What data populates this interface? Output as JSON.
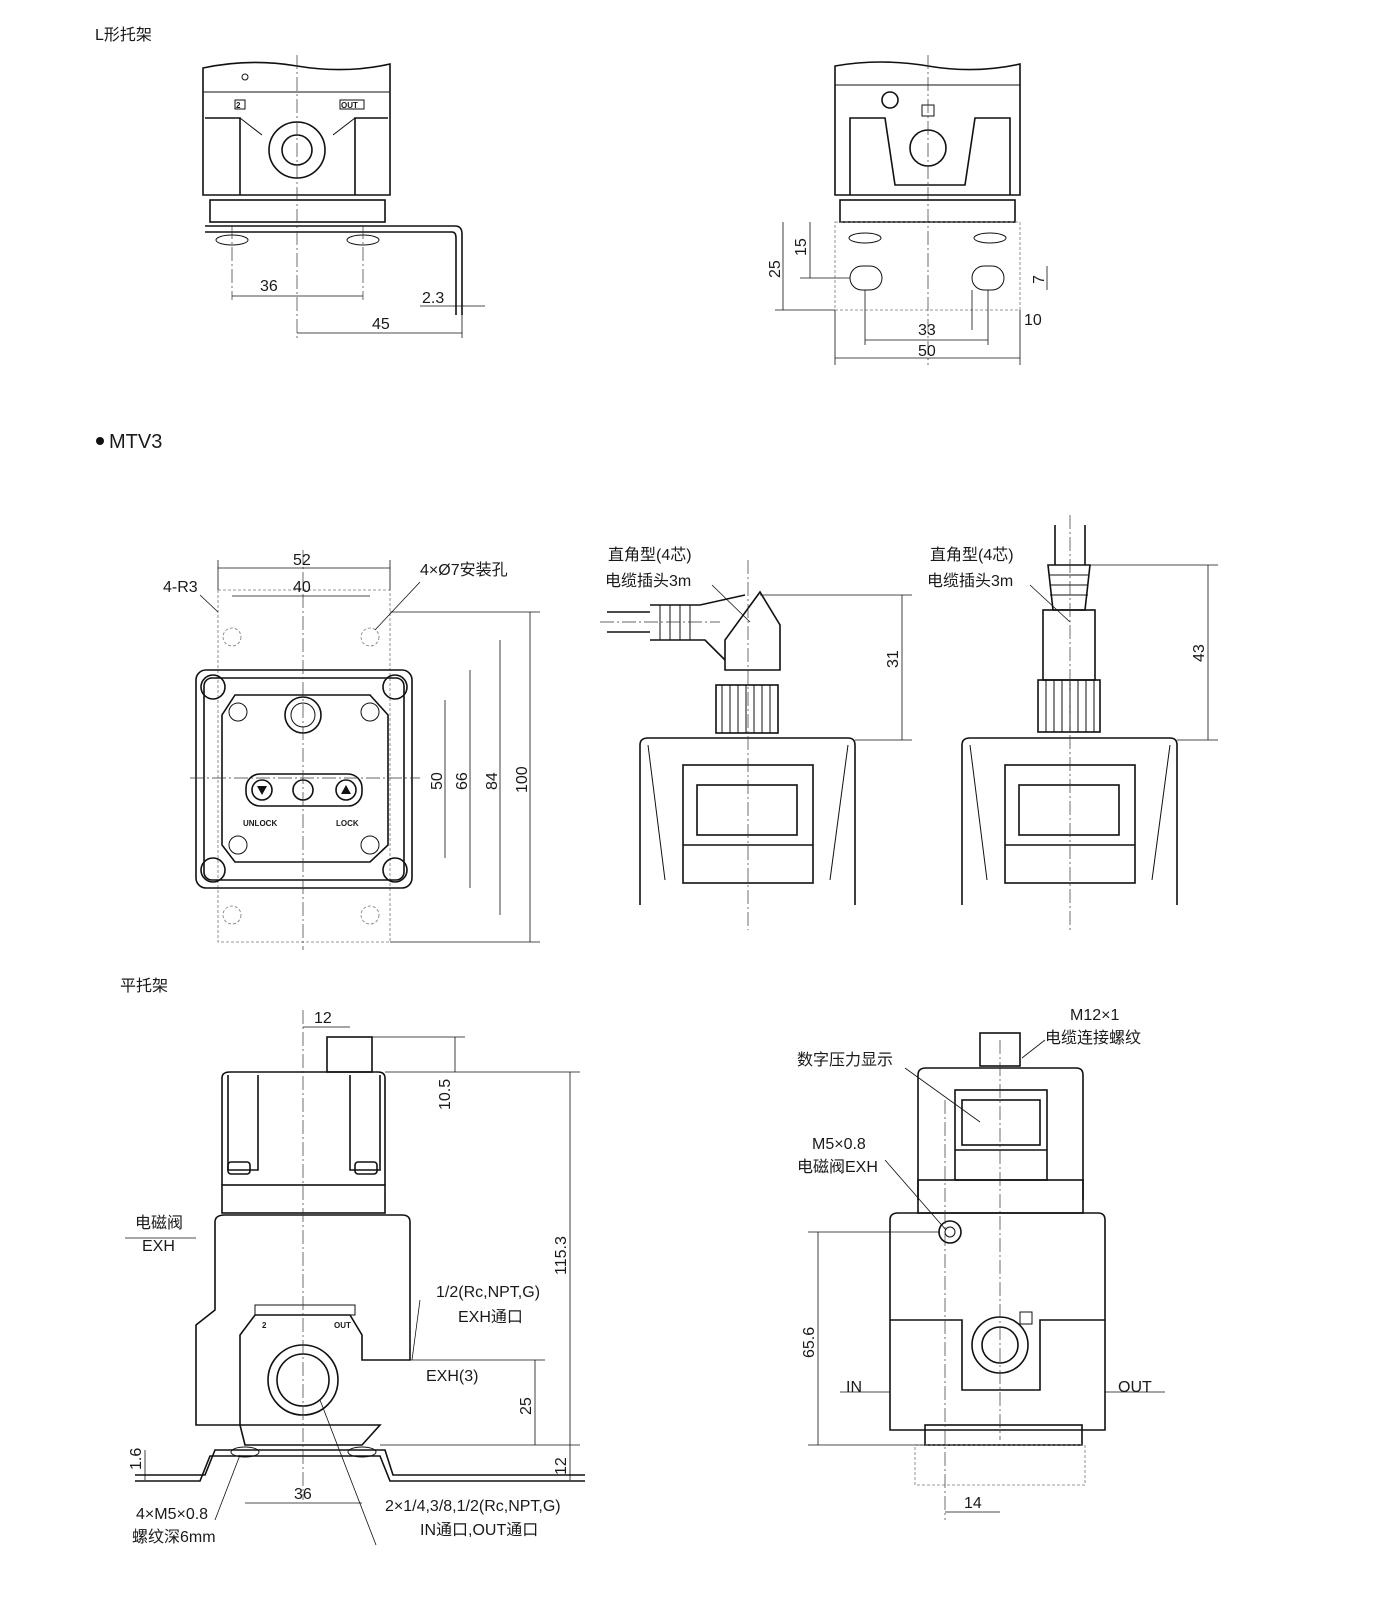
{
  "sections": {
    "l_bracket": "L形托架",
    "model": "MTV3",
    "flat_bracket": "平托架"
  },
  "l_bracket_front": {
    "dims": [
      "36",
      "2.3",
      "45"
    ],
    "ports": [
      "2",
      "OUT"
    ]
  },
  "l_bracket_side": {
    "dims": [
      "25",
      "15",
      "7",
      "33",
      "10",
      "50"
    ]
  },
  "top_view": {
    "dims": [
      "52",
      "40",
      "50",
      "66",
      "84",
      "100"
    ],
    "corner_radius": "4-R3",
    "holes": "4×Ø7安装孔",
    "unlock": "UNLOCK",
    "lock": "LOCK"
  },
  "elbow_view": {
    "title": "直角型(4芯)",
    "subtitle": "电缆插头3m",
    "dim": "31"
  },
  "straight_view": {
    "title": "直角型(4芯)",
    "subtitle": "电缆插头3m",
    "dim": "43"
  },
  "flat_front": {
    "dims": [
      "12",
      "10.5",
      "115.3",
      "25",
      "12",
      "1.6",
      "36"
    ],
    "solenoid": "电磁阀",
    "exh": "EXH",
    "exh_port_size": "1/2(Rc,NPT,G)",
    "exh_port": "EXH通口",
    "exh3": "EXH(3)",
    "mount": "4×M5×0.8",
    "mount_depth": "螺纹深6mm",
    "ports_size": "2×1/4,3/8,1/2(Rc,NPT,G)",
    "ports_name": "IN通口,OUT通口",
    "port_labels": [
      "2",
      "OUT"
    ]
  },
  "flat_side": {
    "thread": "M12×1",
    "thread_desc": "电缆连接螺纹",
    "display": "数字压力显示",
    "exh_size": "M5×0.8",
    "exh_desc": "电磁阀EXH",
    "dims": [
      "65.6",
      "14"
    ],
    "in": "IN",
    "out": "OUT"
  }
}
